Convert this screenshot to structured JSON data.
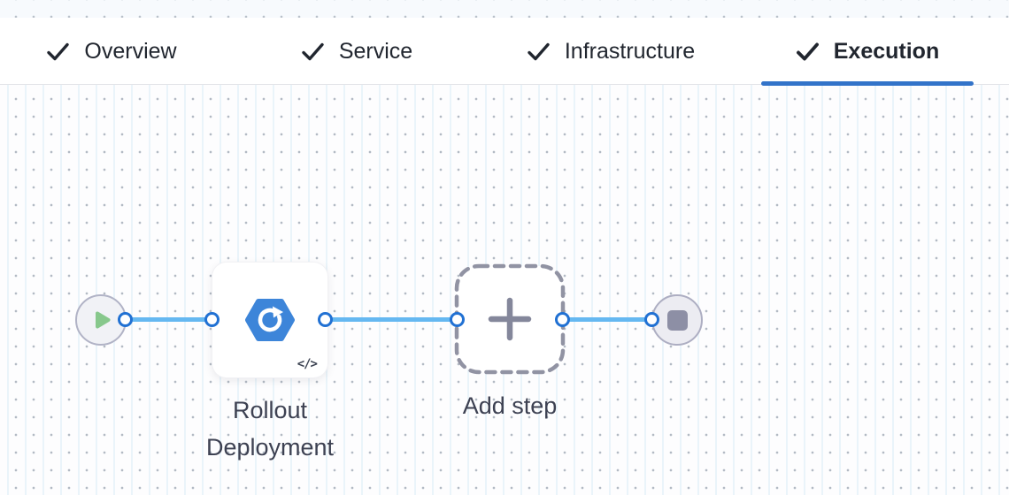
{
  "tabs": [
    {
      "label": "Overview",
      "checked": true,
      "active": false
    },
    {
      "label": "Service",
      "checked": true,
      "active": false
    },
    {
      "label": "Infrastructure",
      "checked": true,
      "active": false
    },
    {
      "label": "Execution",
      "checked": true,
      "active": true
    }
  ],
  "pipeline": {
    "start_node": {
      "icon": "play-icon"
    },
    "rollout_step": {
      "label_line1": "Rollout",
      "label_line2": "Deployment",
      "icon": "rollout-deployment-icon",
      "code_badge": "</>"
    },
    "add_step": {
      "label": "Add step",
      "icon": "plus-icon"
    },
    "end_node": {
      "icon": "stop-icon"
    }
  },
  "colors": {
    "active_tab_underline": "#3273c9",
    "connector_blue": "#65b8f1",
    "port_ring_blue": "#2171d3",
    "step_icon_blue": "#3d85d9",
    "play_green": "#87c88c",
    "tab_text": "#21262f",
    "node_label_text": "#3d4152"
  }
}
